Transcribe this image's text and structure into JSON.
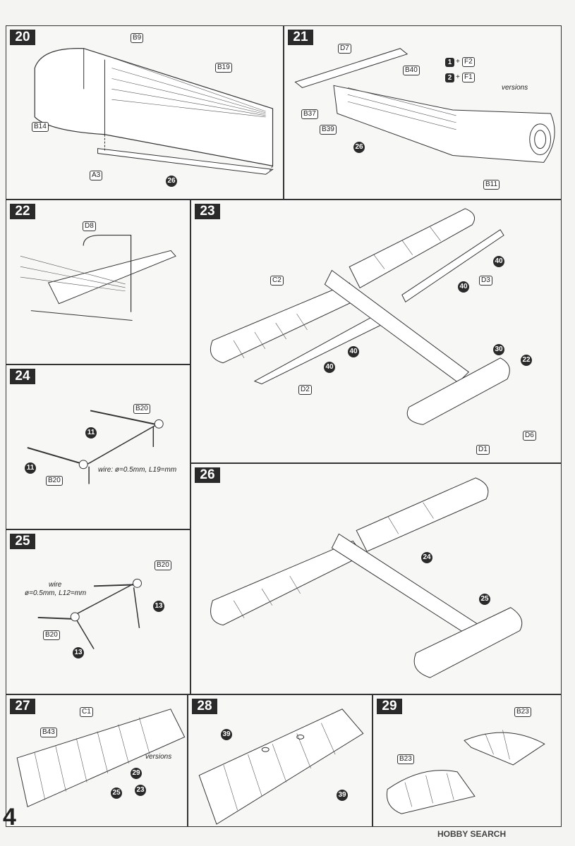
{
  "steps": {
    "s20": {
      "number": "20",
      "parts": {
        "b9": "B9",
        "b19": "B19",
        "b14": "B14",
        "a3": "A3",
        "n26": "26"
      }
    },
    "s21": {
      "number": "21",
      "parts": {
        "d7": "D7",
        "b40": "B40",
        "b37": "B37",
        "b39": "B39",
        "n26": "26",
        "b11": "B11",
        "sq1": "1",
        "f2": "F2",
        "sq2": "2",
        "f1": "F1",
        "plus": "+",
        "versions": "versions"
      }
    },
    "s22": {
      "number": "22",
      "parts": {
        "d8": "D8"
      }
    },
    "s23": {
      "number": "23",
      "parts": {
        "c2": "C2",
        "d3": "D3",
        "n40a": "40",
        "n40b": "40",
        "n40c": "40",
        "n40d": "40",
        "d2": "D2",
        "n30": "30",
        "n22": "22",
        "d6": "D6",
        "d1": "D1"
      }
    },
    "s24": {
      "number": "24",
      "parts": {
        "b20a": "B20",
        "n11a": "11",
        "n11b": "11",
        "b20b": "B20",
        "wire": "wire: ø=0.5mm, L19=mm"
      }
    },
    "s25": {
      "number": "25",
      "parts": {
        "b20a": "B20",
        "b20b": "B20",
        "n13a": "13",
        "n13b": "13",
        "wire1": "wire",
        "wire2": "ø=0.5mm, L12=mm"
      }
    },
    "s26": {
      "number": "26",
      "parts": {
        "n24": "24",
        "n25": "25"
      }
    },
    "s27": {
      "number": "27",
      "parts": {
        "c1": "C1",
        "b43": "B43",
        "versions": "versions",
        "n29": "29",
        "n25": "25",
        "n23": "23"
      }
    },
    "s28": {
      "number": "28",
      "parts": {
        "n39a": "39",
        "n39b": "39"
      }
    },
    "s29": {
      "number": "29",
      "parts": {
        "b23a": "B23",
        "b23b": "B23"
      }
    }
  },
  "page_number": "4",
  "watermark": "HOBBY SEARCH"
}
